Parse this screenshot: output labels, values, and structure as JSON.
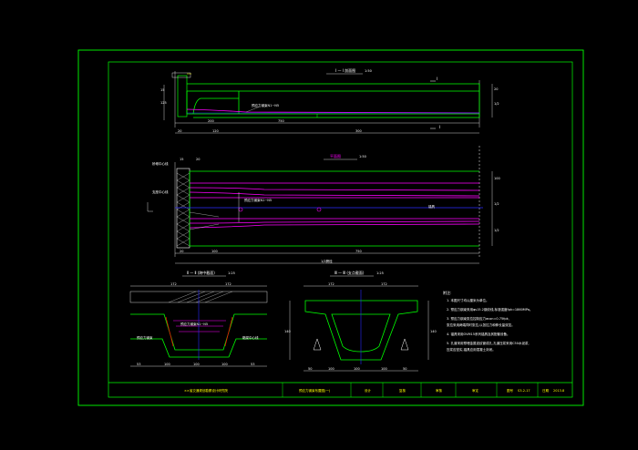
{
  "colors": {
    "background": "#000000",
    "frame": "#00ff00",
    "concrete": "#00ff00",
    "strands": "#ff00ff",
    "dimensions": "#ffffff",
    "axis": "#2a2aff",
    "titleblock_text": "#ffff00"
  },
  "elevation_view": {
    "title": "I — I 剖面图",
    "scale": "1:50",
    "left_dims": [
      "15",
      "125"
    ],
    "bottom_dims": [
      "200",
      "750",
      "120",
      "300"
    ],
    "bottom_left_dim": "20",
    "right_dims": [
      "20",
      "1/2"
    ],
    "section_marks": [
      "I",
      "I"
    ],
    "strand_label": "预应力钢束N1~N5"
  },
  "plan_view": {
    "title": "平面图",
    "scale": "1:50",
    "left_labels": [
      "桥墩中心线",
      "支座中心线"
    ],
    "top_dims": [
      "15",
      "20"
    ],
    "bottom_dims": [
      "20",
      "100",
      "750"
    ],
    "overall_dim": "1/2跨径",
    "strand_label": "预应力钢束N1~N5",
    "anchor_label": "锚具",
    "right_dims": [
      "100",
      "1/2",
      "1/2"
    ]
  },
  "section_left": {
    "title": "Ⅱ — Ⅱ (跨中截面)",
    "scale": "1:25",
    "top_dims": [
      "172",
      "172"
    ],
    "side_labels": [
      "预应力钢束",
      "箱梁中心线"
    ],
    "mid_label": "预应力钢束N1~N5",
    "bottom_dims": [
      "53",
      "100",
      "100",
      "100",
      "53"
    ]
  },
  "section_right": {
    "title": "Ⅲ — Ⅲ (支点截面)",
    "scale": "1:25",
    "top_dims": [
      "172",
      "172"
    ],
    "left_dim": "140",
    "right_dim": "140",
    "bottom_dims": [
      "50",
      "100",
      "100",
      "100",
      "50"
    ]
  },
  "notes": {
    "heading": "附注:",
    "items": [
      "1. 本图尺寸均以厘米为单位。",
      "2. 预应力钢束采用φs15.2钢绞线,标准强度fpk=1860MPa。",
      "3. 预应力钢束张拉控制应力σcon=0.75fpk,",
      "   张拉采用两端同时张拉,以张拉力和伸长量双控。",
      "4. 锚具采用OVM15系列锚具及其配套设备。",
      "5. 孔道采用预埋金属波纹管成孔,孔道压浆采用C50水泥浆,",
      "   压浆应密实,锚具应用混凝土封闭。"
    ]
  },
  "title_block": {
    "company": "××省交通规划勘察设计研究院",
    "drawing_title": "预应力钢束布置图(一)",
    "designer_label": "设计",
    "checker_label": "复核",
    "reviewer_label": "审核",
    "approver_label": "审定",
    "drawing_no_label": "图号",
    "drawing_no": "S3-2-17",
    "date_label": "日期",
    "date": "2013.8"
  }
}
